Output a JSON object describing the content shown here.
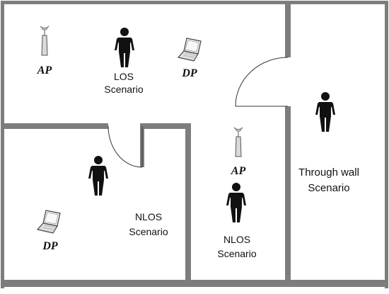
{
  "labels": {
    "ap_top": "AP",
    "dp_top": "DP",
    "los_line1": "LOS",
    "los_line2": "Scenario",
    "ap_mid": "AP",
    "through_line1": "Through wall",
    "through_line2": "Scenario",
    "nlos_left_line1": "NLOS",
    "nlos_left_line2": "Scenario",
    "dp_bottom": "DP",
    "nlos_mid_line1": "NLOS",
    "nlos_mid_line2": "Scenario"
  },
  "colors": {
    "wall": "#7d7d7d",
    "person": "#111111",
    "text": "#111111",
    "device": "#555555"
  },
  "icons": [
    "access-point-icon",
    "laptop-icon",
    "person-icon"
  ]
}
